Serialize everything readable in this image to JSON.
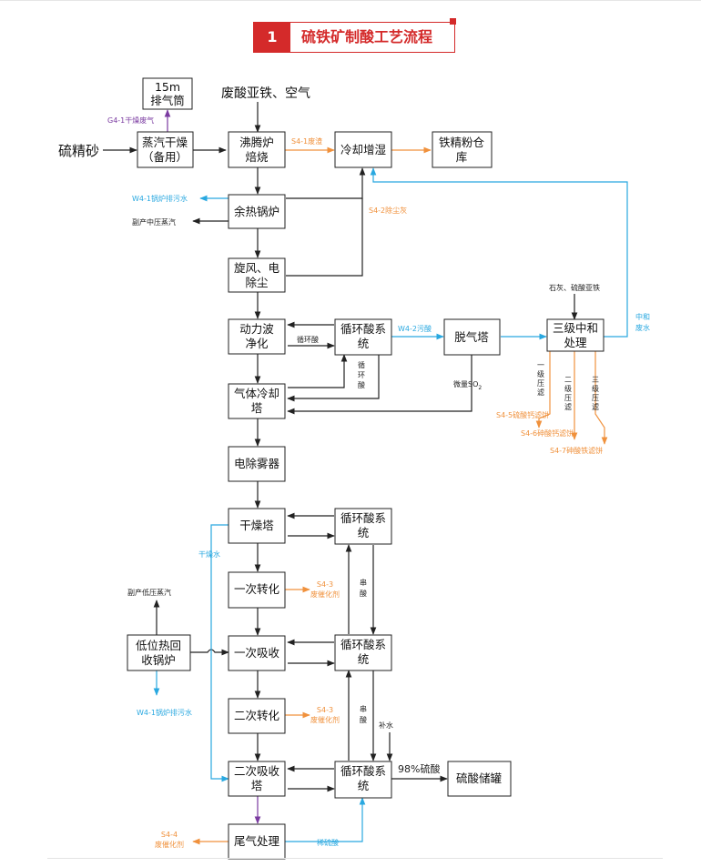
{
  "title": {
    "number": "1",
    "text": "硫铁矿制酸工艺流程"
  },
  "inputs": {
    "raw": "硫精砂",
    "feed": "废酸亚铁、空气",
    "additives": "石灰、硫酸亚铁",
    "makeup": "补水"
  },
  "boxes": {
    "stack_l1": "15m",
    "stack_l2": "排气筒",
    "dryer_l1": "蒸汽干燥",
    "dryer_l2": "（备用）",
    "furnace_l1": "沸腾炉",
    "furnace_l2": "焙烧",
    "cool": "冷却增湿",
    "store_l1": "铁精粉仓",
    "store_l2": "库",
    "boiler": "余热锅炉",
    "cyc_l1": "旋风、电",
    "cyc_l2": "除尘",
    "wave_l1": "动力波",
    "wave_l2": "净化",
    "circ1_l1": "循环酸系",
    "circ1_l2": "统",
    "strip": "脱气塔",
    "neut_l1": "三级中和",
    "neut_l2": "处理",
    "gcool_l1": "气体冷却",
    "gcool_l2": "塔",
    "esp": "电除雾器",
    "dry": "干燥塔",
    "circ2_l1": "循环酸系",
    "circ2_l2": "统",
    "conv1": "一次转化",
    "lowheat_l1": "低位热回",
    "lowheat_l2": "收锅炉",
    "abs1": "一次吸收",
    "circ3_l1": "循环酸系",
    "circ3_l2": "统",
    "conv2": "二次转化",
    "abs2_l1": "二次吸收",
    "abs2_l2": "塔",
    "circ4_l1": "循环酸系",
    "circ4_l2": "统",
    "tank": "硫酸储罐",
    "tail": "尾气处理"
  },
  "labels": {
    "g41": "G4-1干燥废气",
    "s41": "S4-1废渣",
    "w41_top": "W4-1锅炉排污水",
    "steam_mid": "副产中压蒸汽",
    "s42": "S4-2除尘灰",
    "circ_acid_h": "循环酸",
    "circ_acid_v": [
      "循",
      "环",
      "酸"
    ],
    "w42": "W4-2污酸",
    "so2_prefix": "微量SO",
    "so2_sub": "2",
    "neut_water": [
      "中和",
      "废水"
    ],
    "press1": [
      "一",
      "级",
      "压",
      "滤"
    ],
    "press2": [
      "二",
      "级",
      "压",
      "滤"
    ],
    "press3": [
      "三",
      "级",
      "压",
      "滤"
    ],
    "s45": "S4-5硫酸钙滤饼",
    "s46": "S4-6砷酸钙滤饼",
    "s47": "S4-7砷酸铁滤饼",
    "dry_water": "干燥水",
    "s43a": [
      "S4-3",
      "废催化剂"
    ],
    "steam_low": "副产低压蒸汽",
    "acid_str1": [
      "串",
      "酸"
    ],
    "w41_bot": "W4-1锅炉排污水",
    "s43b": [
      "S4-3",
      "废催化剂"
    ],
    "acid_str2": [
      "串",
      "酸"
    ],
    "acid98": "98%硫酸",
    "s44": [
      "S4-4",
      "废催化剂"
    ],
    "dilute": "稀硫酸"
  },
  "colors": {
    "accent": "#d42a2a",
    "waste_solid": "#f0913c",
    "water": "#29a8e0",
    "gas": "#7a3aa0",
    "line": "#222222"
  }
}
